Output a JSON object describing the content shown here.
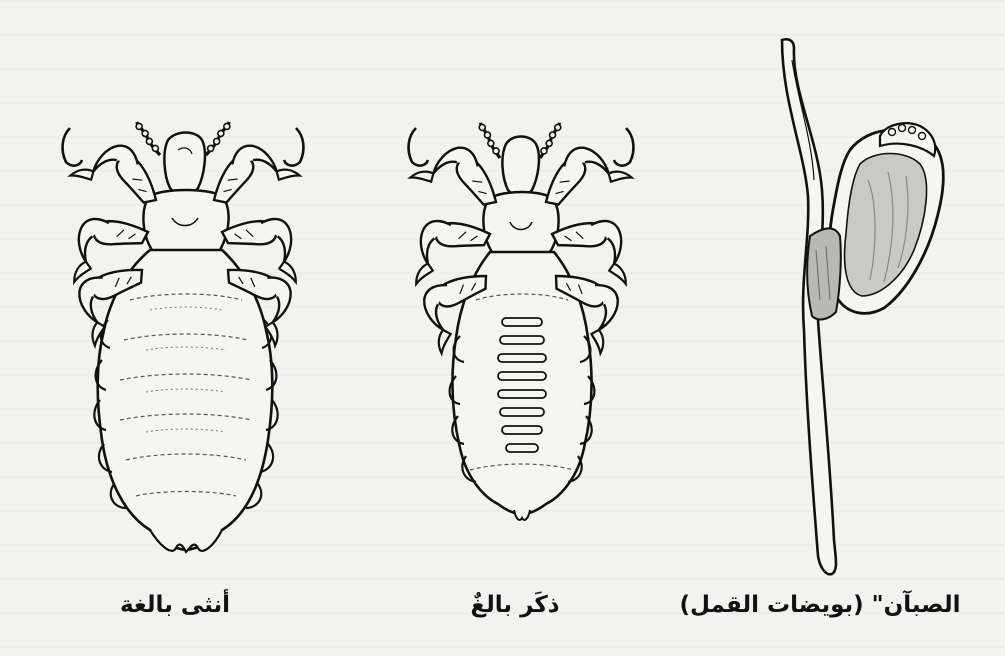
{
  "captions": {
    "female": "أنثى بالغة",
    "male": "ذكَر بالغٌ",
    "nit": "الصبآن\" (بويضات القمل)"
  },
  "colors": {
    "ink": "#111111",
    "background": "#f2f2f0",
    "shade": "#9a9a9a"
  }
}
